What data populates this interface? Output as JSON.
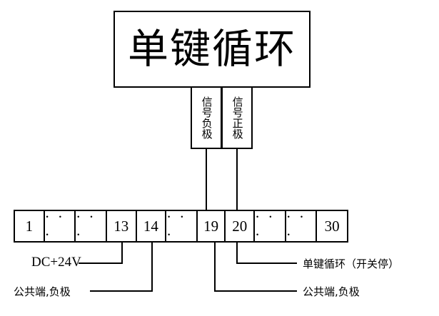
{
  "diagram": {
    "title_box": {
      "text": "单键循环"
    },
    "signal_terminals": [
      {
        "name": "signal-negative",
        "text": "信号负极",
        "connects_to_terminal": "19"
      },
      {
        "name": "signal-positive",
        "text": "信号正极",
        "connects_to_terminal": "20"
      }
    ],
    "terminal_strip": {
      "cells": [
        {
          "label": "1",
          "type": "number"
        },
        {
          "label": "· · ·",
          "type": "dots"
        },
        {
          "label": "· · ·",
          "type": "dots"
        },
        {
          "label": "13",
          "type": "number"
        },
        {
          "label": "14",
          "type": "number"
        },
        {
          "label": "· · ·",
          "type": "dots"
        },
        {
          "label": "19",
          "type": "number"
        },
        {
          "label": "20",
          "type": "number"
        },
        {
          "label": "· · ·",
          "type": "dots"
        },
        {
          "label": "· · ·",
          "type": "dots"
        },
        {
          "label": "30",
          "type": "number"
        }
      ]
    },
    "annotations": [
      {
        "name": "dc-supply-label",
        "text": "DC+24V",
        "side": "left",
        "terminal": "13"
      },
      {
        "name": "common-negative-left",
        "text": "公共端,负极",
        "side": "left",
        "terminal": "14"
      },
      {
        "name": "single-key-cycle-label",
        "text": "单键循环（开关停）",
        "side": "right",
        "terminal": "20"
      },
      {
        "name": "common-negative-right",
        "text": "公共端,负极",
        "side": "right",
        "terminal": "19"
      }
    ],
    "colors": {
      "line": "#000000",
      "background": "#ffffff",
      "text": "#000000"
    }
  }
}
